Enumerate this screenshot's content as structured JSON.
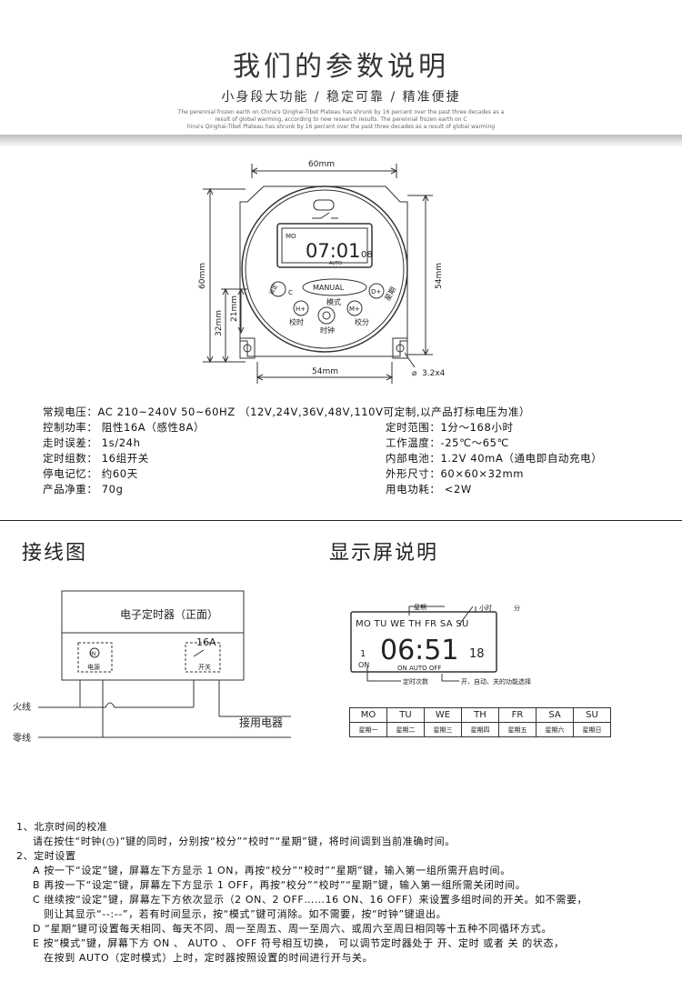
{
  "header": {
    "title": "我们的参数说明",
    "subtitle": "小身段大功能 / 稳定可靠 / 精准便捷",
    "english": [
      "The perennial frozen earth on China's Qinghai-Tibet Plateau has shrunk by 16 percent over the past three decades as a",
      "result of global warming, according to new research results. The perennial frozen earth on C",
      "hina's Qinghai-Tibet Plateau has shrunk by 16 percent over the past three decades as a result of global warming"
    ]
  },
  "drawing": {
    "dim_top": "60mm",
    "dim_left": "60mm",
    "dim_right": "54mm",
    "dim_bottom": "54mm",
    "dim_32": "32mm",
    "dim_21": "21mm",
    "hole": "3.2x4",
    "lcd_day": "MO",
    "lcd_time": "07:01",
    "lcd_sec": "08",
    "lcd_auto": "AUTO",
    "btn_manual": "MANUAL",
    "lbl_mode": "模式",
    "btn_c": "C",
    "lbl_set": "设定",
    "btn_hplus": "H+",
    "lbl_hour": "校时",
    "lbl_clock": "时钟",
    "btn_mplus": "M+",
    "lbl_min": "校分",
    "btn_dplus": "D+",
    "lbl_week": "星期"
  },
  "specs": {
    "line1": "常规电压：AC 210~240V   50~60HZ （12V,24V,36V,48V,110V可定制,以产品打标电压为准）",
    "left": [
      "控制功率： 阻性16A（感性8A）",
      "走时误差： 1s/24h",
      "定时组数： 16组开关",
      "停电记忆： 约60天",
      "产品净重： 70g"
    ],
    "right": [
      "定时范围：1分～168小时",
      "工作温度：-25℃～65℃",
      "内部电池：1.2V 40mA（通电即自动充电）",
      "外形尺寸：60×60×32mm",
      "用电功耗： <2W"
    ]
  },
  "wiring": {
    "title": "接线图",
    "box_label": "电子定时器（正面）",
    "amp": "16A",
    "in_label": "IN",
    "power": "电源",
    "switch": "开关",
    "live": "火线",
    "neutral": "零线",
    "load": "接用电器"
  },
  "display": {
    "title": "显示屏说明",
    "ann_week": "星期",
    "ann_hour": "小时",
    "ann_min": "分",
    "days_lcd": "MO TU WE TH FR SA SU",
    "big_time": "06:51",
    "sec": "18",
    "group_num": "1",
    "on_label": "ON",
    "mode_line": "ON  AUTO  OFF",
    "ann_count": "定时次数",
    "ann_mode": "开、自动、关的功能选择",
    "table_head": [
      "MO",
      "TU",
      "WE",
      "TH",
      "FR",
      "SA",
      "SU"
    ],
    "table_row": [
      "星期一",
      "星期二",
      "星期三",
      "星期四",
      "星期五",
      "星期六",
      "星期日"
    ]
  },
  "instructions": [
    "1、北京时间的校准",
    "请在按住“时钟(◷)”键的同时，分别按“校分”“校时”“星期”键，将时间调到当前准确时间。",
    "2、定时设置",
    "A 按一下“设定”键，屏幕左下方显示 1 ON，再按“校分”“校时”“星期”键，输入第一组所需开启时间。",
    "B 再按一下“设定”键，屏幕左下方显示 1 OFF，再按“校分”“校时”“星期”键，输入第一组所需关闭时间。",
    "C 继续按“设定”键，屏幕左下方依次显示（2 ON、2 OFF……16 ON、16 OFF）来设置多组时间的开关。如不需要，",
    "则让其显示“--:--”，若有时间显示，按“模式”键可消除。如不需要，按“时钟”键退出。",
    "D “星期”键可设置每天相同、每天不同、周一至周五、周一至周六、或周六至周日相同等十五种不同循环方式。",
    "E 按“模式”键，屏幕下方 ON 、 AUTO 、 OFF 符号相互切换， 可以调节定时器处于 开、定时 或者 关 的状态，",
    "在按到 AUTO（定时模式）上时，定时器按照设置的时间进行开与关。"
  ]
}
